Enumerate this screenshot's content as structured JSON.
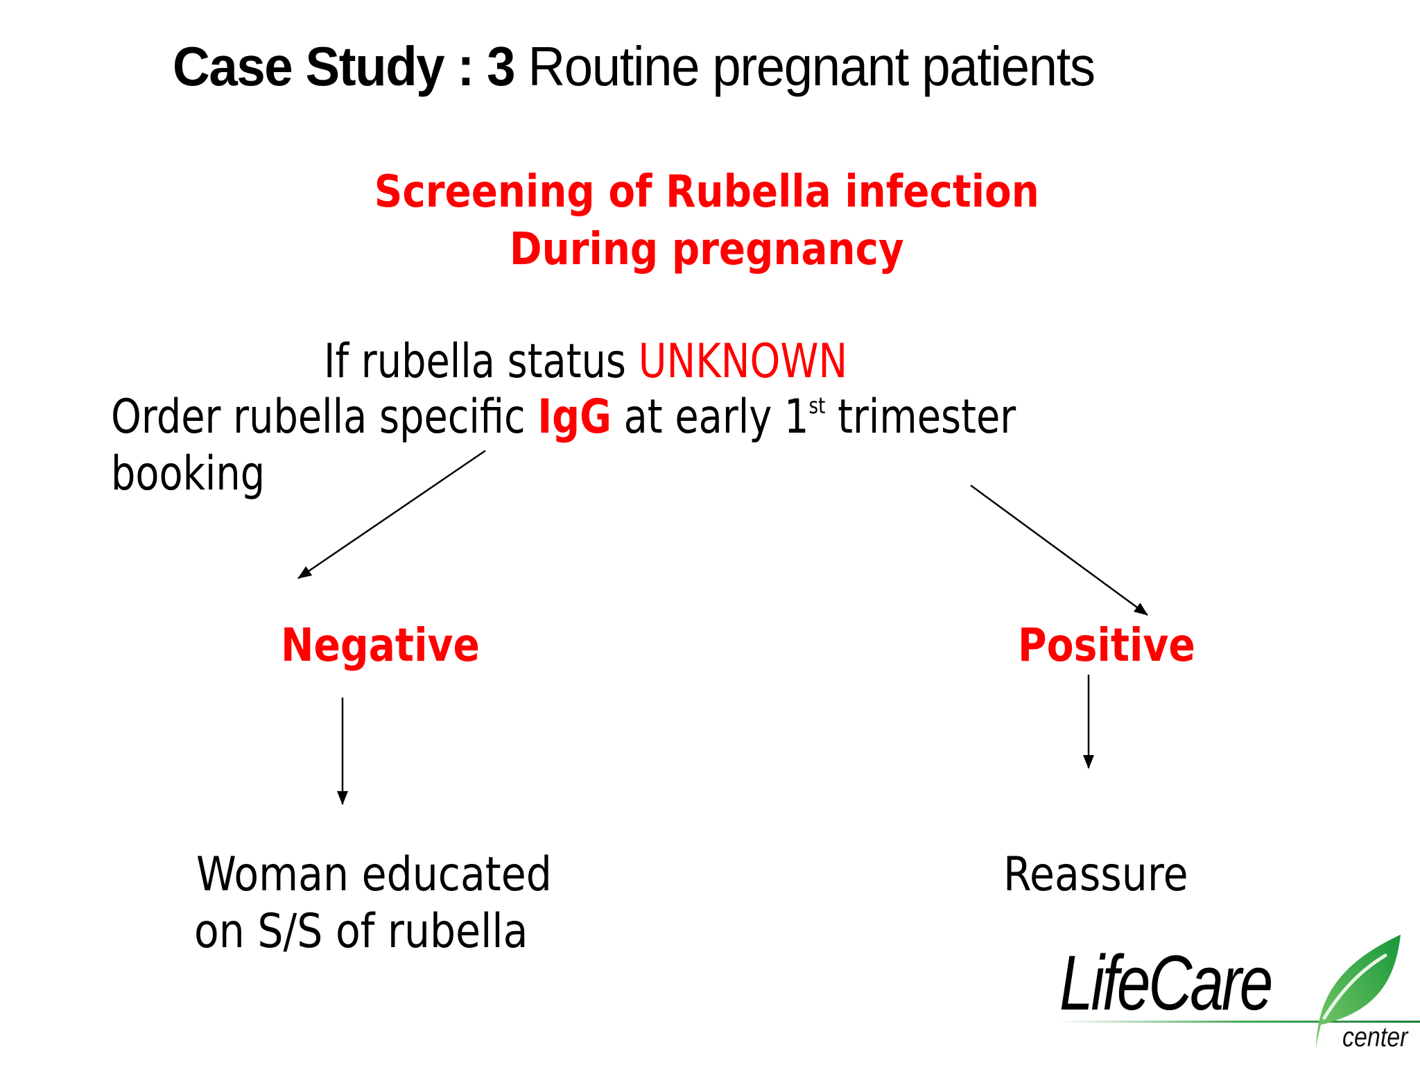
{
  "slide": {
    "title": {
      "bold_part": "Case Study : 3",
      "regular_part": " Routine pregnant patients"
    },
    "heading": {
      "line1": "Screening of Rubella infection",
      "line2": "During pregnancy"
    },
    "condition": {
      "prefix": "If rubella status ",
      "highlight": "UNKNOWN"
    },
    "instruction": {
      "part1": "Order rubella specific ",
      "highlight": "IgG",
      "part2": " at early 1",
      "ordinal_suffix": "st",
      "part3": " trimester",
      "line2": "booking"
    },
    "branches": {
      "negative": {
        "label": "Negative",
        "outcome_line1": "Woman educated",
        "outcome_line2": "on S/S of rubella"
      },
      "positive": {
        "label": "Positive",
        "outcome_line1": "Reassure"
      }
    },
    "logo": {
      "name": "LifeCare",
      "subtitle": "center",
      "icon": "leaf-icon"
    },
    "colors": {
      "accent_red": "#ff0000",
      "text": "#000000",
      "logo_green": "#2e9e3e",
      "background": "#ffffff"
    }
  }
}
